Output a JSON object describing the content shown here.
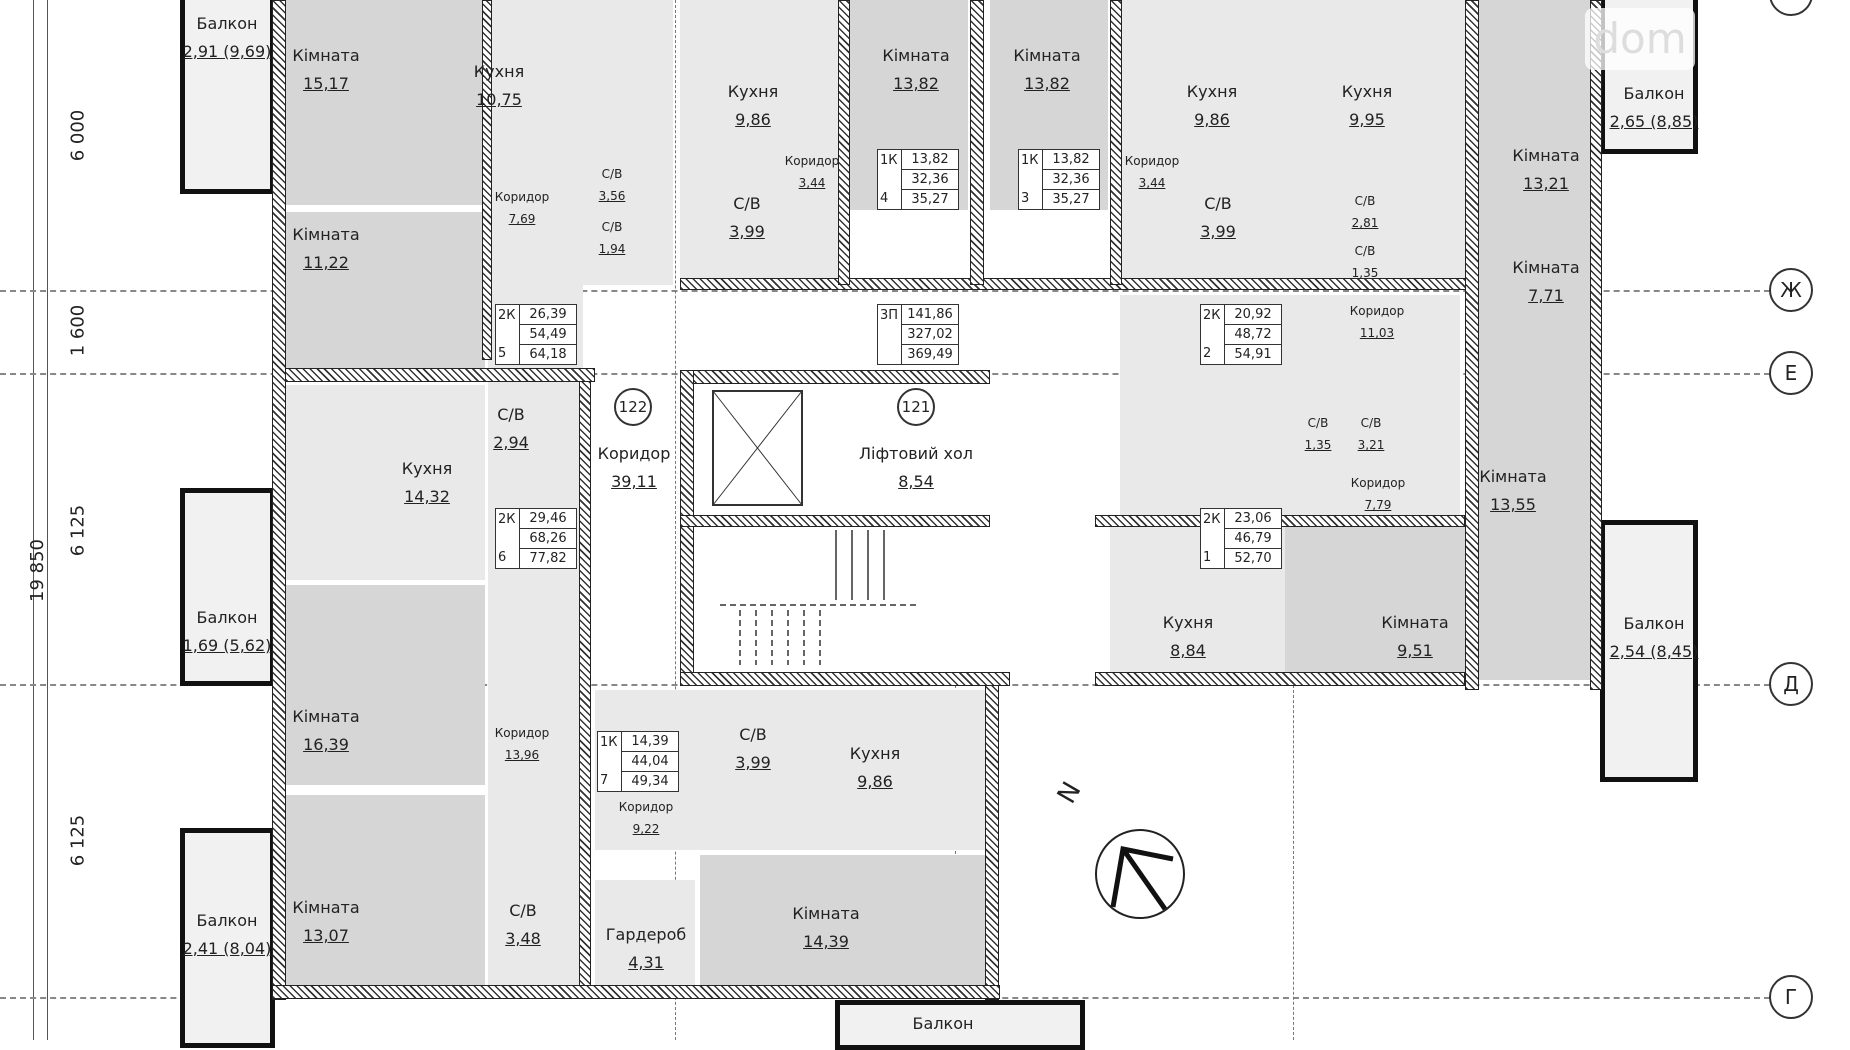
{
  "rooms": [
    {
      "name": "Балкон",
      "area": "2,91 (9,69)"
    },
    {
      "name": "Кімната",
      "area": "15,17"
    },
    {
      "name": "Кухня",
      "area": "10,75"
    },
    {
      "name": "Кухня",
      "area": "9,86"
    },
    {
      "name": "Кімната",
      "area": "13,82"
    },
    {
      "name": "Кімната",
      "area": "13,82"
    },
    {
      "name": "Кухня",
      "area": "9,86"
    },
    {
      "name": "Кухня",
      "area": "9,95"
    },
    {
      "name": "Балкон",
      "area": "2,65 (8,85)"
    },
    {
      "name": "Коридор",
      "area": "3,44"
    },
    {
      "name": "С/В",
      "area": "3,56"
    },
    {
      "name": "Коридор",
      "area": "7,69"
    },
    {
      "name": "С/В",
      "area": "1,94"
    },
    {
      "name": "С/В",
      "area": "3,99"
    },
    {
      "name": "Коридор",
      "area": "3,44"
    },
    {
      "name": "С/В",
      "area": "3,99"
    },
    {
      "name": "С/В",
      "area": "2,81"
    },
    {
      "name": "С/В",
      "area": "1,35"
    },
    {
      "name": "Кімната",
      "area": "13,21"
    },
    {
      "name": "Кімната",
      "area": "11,22"
    },
    {
      "name": "Кімната",
      "area": "7,71"
    },
    {
      "name": "Коридор",
      "area": "11,03"
    },
    {
      "name": "Коридор",
      "area": "39,11"
    },
    {
      "name": "Ліфтовий хол",
      "area": "8,54"
    },
    {
      "name": "С/В",
      "area": "2,94"
    },
    {
      "name": "Кухня",
      "area": "14,32"
    },
    {
      "name": "С/В",
      "area": "1,35"
    },
    {
      "name": "С/В",
      "area": "3,21"
    },
    {
      "name": "Коридор",
      "area": "7,79"
    },
    {
      "name": "Кімната",
      "area": "13,55"
    },
    {
      "name": "Балкон",
      "area": "1,69 (5,62)"
    },
    {
      "name": "Кухня",
      "area": "8,84"
    },
    {
      "name": "Кімната",
      "area": "9,51"
    },
    {
      "name": "Балкон",
      "area": "2,54 (8,45)"
    },
    {
      "name": "Кімната",
      "area": "16,39"
    },
    {
      "name": "Коридор",
      "area": "13,96"
    },
    {
      "name": "С/В",
      "area": "3,99"
    },
    {
      "name": "Кухня",
      "area": "9,86"
    },
    {
      "name": "Коридор",
      "area": "9,22"
    },
    {
      "name": "Кімната",
      "area": "13,07"
    },
    {
      "name": "Балкон",
      "area": "2,41 (8,04)"
    },
    {
      "name": "С/В",
      "area": "3,48"
    },
    {
      "name": "Гардероб",
      "area": "4,31"
    },
    {
      "name": "Кімната",
      "area": "14,39"
    },
    {
      "name": "Балкон",
      "area": ""
    }
  ],
  "apartments": [
    {
      "type": "1К",
      "number": "4",
      "values": [
        "13,82",
        "32,36",
        "35,27"
      ]
    },
    {
      "type": "1К",
      "number": "3",
      "values": [
        "13,82",
        "32,36",
        "35,27"
      ]
    },
    {
      "type": "2К",
      "number": "5",
      "values": [
        "26,39",
        "54,49",
        "64,18"
      ]
    },
    {
      "type": "3П",
      "number": "",
      "values": [
        "141,86",
        "327,02",
        "369,49"
      ]
    },
    {
      "type": "2К",
      "number": "2",
      "values": [
        "20,92",
        "48,72",
        "54,91"
      ]
    },
    {
      "type": "2К",
      "number": "6",
      "values": [
        "29,46",
        "68,26",
        "77,82"
      ]
    },
    {
      "type": "2К",
      "number": "1",
      "values": [
        "23,06",
        "46,79",
        "52,70"
      ]
    },
    {
      "type": "1К",
      "number": "7",
      "values": [
        "14,39",
        "44,04",
        "49,34"
      ]
    }
  ],
  "room_numbers": [
    "122",
    "121"
  ],
  "axes": [
    "Ж",
    "Е",
    "Д",
    "Г"
  ],
  "dimensions": [
    "6 000",
    "1 600",
    "6 125",
    "19 850",
    "6 125"
  ],
  "north_label": "N",
  "watermark": "dom"
}
